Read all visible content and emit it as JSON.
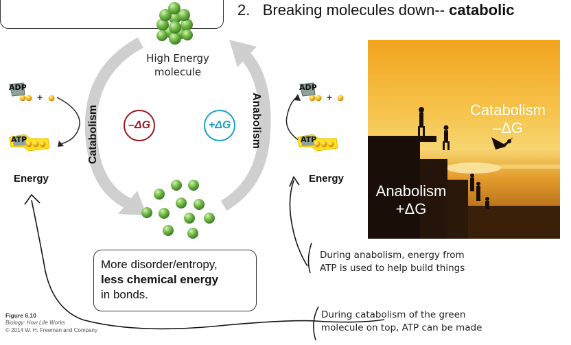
{
  "heading": {
    "number": "2.",
    "text": "Breaking molecules down--",
    "bold": "catabolic"
  },
  "diagram": {
    "top_molecule_label": [
      "High Energy",
      "molecule"
    ],
    "catabolism_label": "Catabolism",
    "anabolism_label": "Anabolism",
    "delta_g_negative": "–ΔG",
    "delta_g_positive": "+ΔG",
    "left": {
      "adp": "ADP",
      "plus": "+",
      "atp": "ATP",
      "energy": "Energy"
    },
    "right": {
      "adp": "ADP",
      "plus": "+",
      "atp": "ATP",
      "energy": "Energy"
    }
  },
  "entropy_box": {
    "line1": "More disorder/entropy,",
    "line2_bold": "less chemical energy",
    "line3": "in bonds."
  },
  "photo": {
    "catabolism_line1": "Catabolism",
    "catabolism_line2": "–ΔG",
    "anabolism_line1": "Anabolism",
    "anabolism_line2": "+ΔG"
  },
  "notes": {
    "anabolism": [
      "During anabolism, energy from",
      "ATP is used to help build things"
    ],
    "catabolism": [
      "During catabolism of the green",
      "molecule on top, ATP can be made"
    ]
  },
  "figure_credit": {
    "title": "Figure 6.10",
    "book": "Biology: How Life Works",
    "copyright": "© 2014 W. H. Freeman and Company"
  },
  "colors": {
    "cycle_arrow": "#d0d0d0",
    "green_molecule": "#6fb24a",
    "negative": "#9b1b22",
    "positive": "#1aa3c9",
    "atp_yellow": "#ffe21a",
    "adp_gray": "#8fa39a"
  }
}
